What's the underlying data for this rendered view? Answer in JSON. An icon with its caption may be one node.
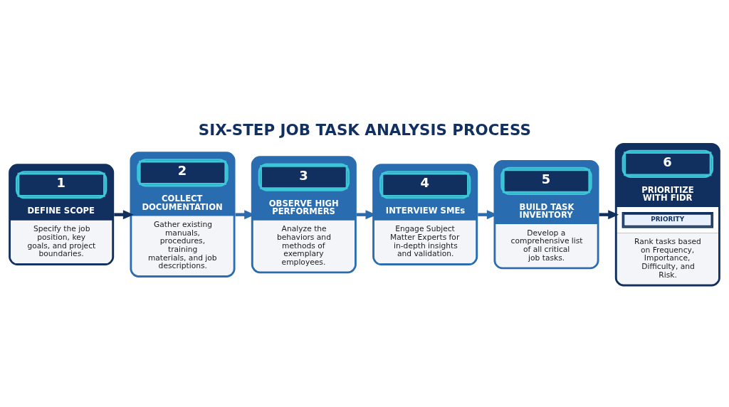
{
  "diagram": {
    "title": "SIX-STEP JOB TASK ANALYSIS PROCESS",
    "nodes": [
      {
        "text": [
          "1",
          "DEFINE SCOPE",
          "Specify the job position, key goals, and project boundaries."
        ]
      },
      {
        "text": [
          "2",
          "COLLECT DOCUMENTATION",
          "Gather existing manuals, procedures, training materials, and job descriptions."
        ]
      },
      {
        "text": [
          "3",
          "OBSERVE HIGH PERFORMERS",
          "Analyze the behaviors and methods of exemplary employees."
        ]
      },
      {
        "text": [
          "4",
          "INTERVIEW SMEs",
          "Engage Subject Matter Experts for in-depth insights and validation."
        ]
      },
      {
        "text": [
          "5",
          "BUILD TASK INVENTORY",
          "Develop a comprehensive list of all critical job tasks."
        ]
      },
      {
        "text": [
          "6",
          "PRIORITIZE WITH FIDR",
          "PRIORITY",
          "Rank tasks based on Frequency, Importance, Difficulty, and Risk."
        ]
      }
    ],
    "edges": [
      {
        "from": 0,
        "to": 1,
        "arrow": "to",
        "color": "#12305f"
      },
      {
        "from": 1,
        "to": 2,
        "arrow": "to"
      },
      {
        "from": 2,
        "to": 3,
        "arrow": "to"
      },
      {
        "from": 3,
        "to": 4,
        "arrow": "to"
      },
      {
        "from": 4,
        "to": 5,
        "arrow": "to",
        "color": "#12305f"
      }
    ]
  }
}
